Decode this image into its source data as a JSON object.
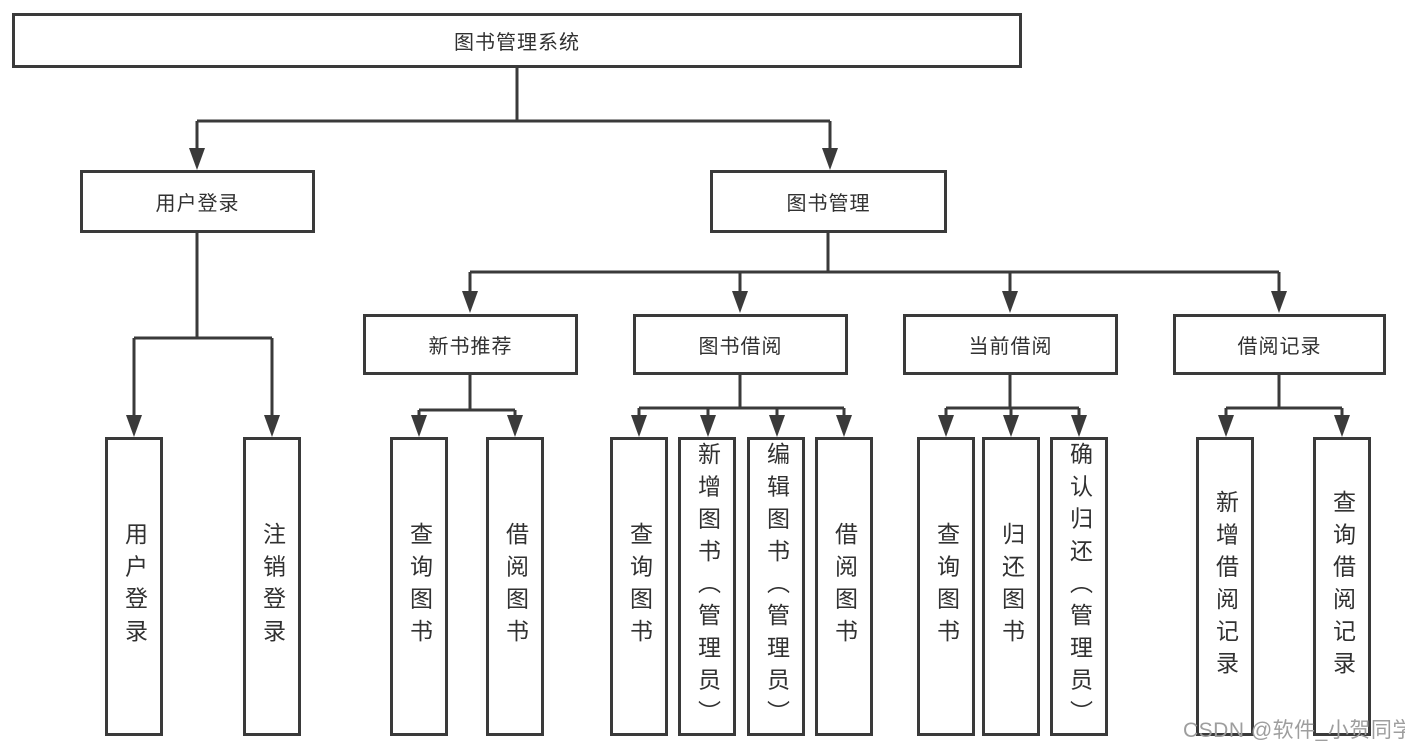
{
  "nodes": {
    "root": {
      "label": "图书管理系统"
    },
    "user_login_group": {
      "label": "用户登录"
    },
    "book_mgmt": {
      "label": "图书管理"
    },
    "new_book_rec": {
      "label": "新书推荐"
    },
    "book_borrow": {
      "label": "图书借阅"
    },
    "current_borrow": {
      "label": "当前借阅"
    },
    "borrow_record": {
      "label": "借阅记录"
    },
    "leaf_user_login": {
      "label": "用户登录"
    },
    "leaf_logout": {
      "label": "注销登录"
    },
    "leaf_nbr_query": {
      "label": "查询图书"
    },
    "leaf_nbr_borrow": {
      "label": "借阅图书"
    },
    "leaf_bb_query": {
      "label": "查询图书"
    },
    "leaf_bb_add": {
      "label": "新增图书（管理员）"
    },
    "leaf_bb_edit": {
      "label": "编辑图书（管理员）"
    },
    "leaf_bb_borrow": {
      "label": "借阅图书"
    },
    "leaf_cb_query": {
      "label": "查询图书"
    },
    "leaf_cb_return": {
      "label": "归还图书"
    },
    "leaf_cb_confirm": {
      "label": "确认归还（管理员）"
    },
    "leaf_br_add": {
      "label": "新增借阅记录"
    },
    "leaf_br_query": {
      "label": "查询借阅记录"
    }
  },
  "hierarchy": {
    "图书管理系统": {
      "用户登录": [
        "用户登录",
        "注销登录"
      ],
      "图书管理": {
        "新书推荐": [
          "查询图书",
          "借阅图书"
        ],
        "图书借阅": [
          "查询图书",
          "新增图书（管理员）",
          "编辑图书（管理员）",
          "借阅图书"
        ],
        "当前借阅": [
          "查询图书",
          "归还图书",
          "确认归还（管理员）"
        ],
        "借阅记录": [
          "新增借阅记录",
          "查询借阅记录"
        ]
      }
    }
  },
  "watermark": "CSDN @软件_小贺同学",
  "colors": {
    "line": "#3a3a3a",
    "box_border": "#3a3a3a",
    "box_fill": "#ffffff",
    "text": "#313131",
    "watermark": "#9e9e9e",
    "background": "#ffffff"
  }
}
